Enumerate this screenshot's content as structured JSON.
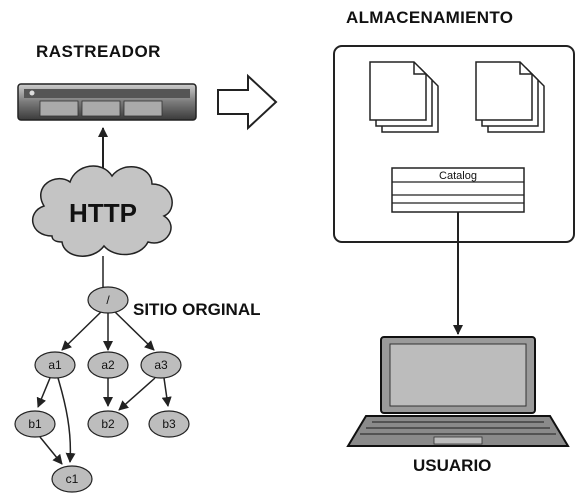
{
  "labels": {
    "crawler": "RASTREADOR",
    "storage": "ALMACENAMIENTO",
    "http": "HTTP",
    "site": "SITIO ORGINAL",
    "user": "USUARIO",
    "catalog": "Catalog"
  },
  "site_nodes": {
    "root": "/",
    "a1": "a1",
    "a2": "a2",
    "a3": "a3",
    "b1": "b1",
    "b2": "b2",
    "b3": "b3",
    "c1": "c1"
  },
  "colors": {
    "node_fill": "#bdbdbd",
    "cloud_fill": "#c4c4c4",
    "line": "#222222"
  }
}
